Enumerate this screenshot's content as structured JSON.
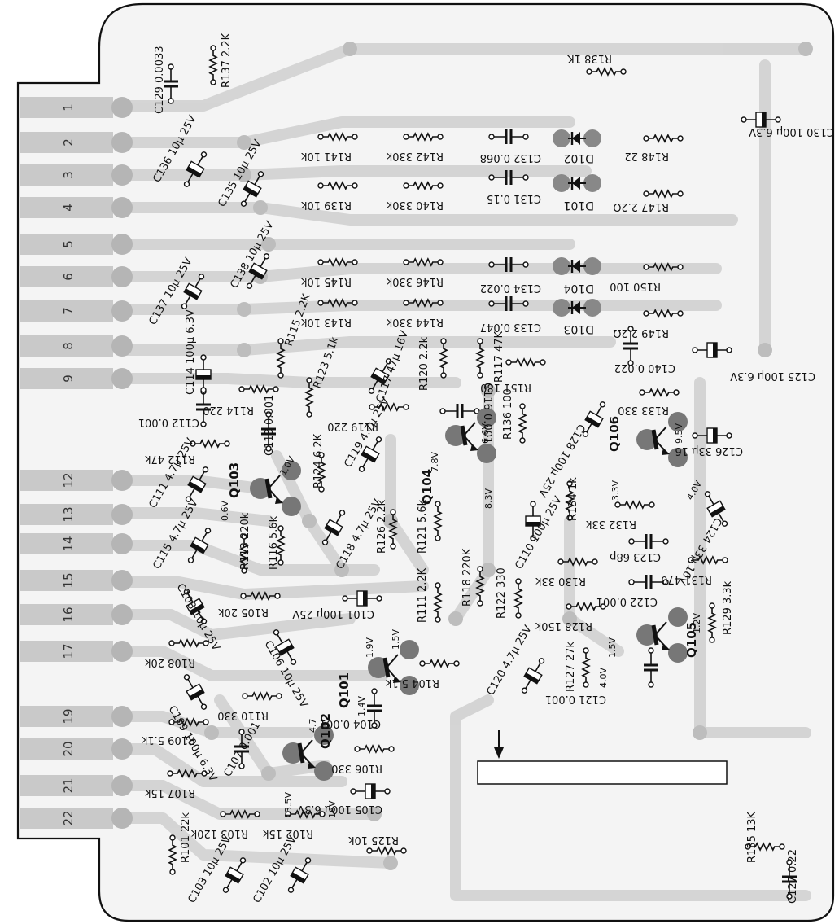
{
  "finger_numbers": [
    "1",
    "2",
    "3",
    "4",
    "5",
    "6",
    "7",
    "8",
    "9",
    "12",
    "13",
    "14",
    "15",
    "16",
    "17",
    "19",
    "20",
    "21",
    "22"
  ],
  "resistors": [
    {
      "ref": "R137",
      "value": "2.2K"
    },
    {
      "ref": "R138",
      "value": "1K"
    },
    {
      "ref": "R141",
      "value": "10k"
    },
    {
      "ref": "R142",
      "value": "330k"
    },
    {
      "ref": "R148",
      "value": "22"
    },
    {
      "ref": "R139",
      "value": "10k"
    },
    {
      "ref": "R140",
      "value": "330k"
    },
    {
      "ref": "R147",
      "value": "2.2Ω"
    },
    {
      "ref": "R145",
      "value": "10k"
    },
    {
      "ref": "R146",
      "value": "330k"
    },
    {
      "ref": "R150",
      "value": "100"
    },
    {
      "ref": "R143",
      "value": "10k"
    },
    {
      "ref": "R144",
      "value": "330k"
    },
    {
      "ref": "R149",
      "value": "2.2Ω"
    },
    {
      "ref": "R115",
      "value": "2.2K"
    },
    {
      "ref": "R123",
      "value": "5.1k"
    },
    {
      "ref": "R120",
      "value": "2.2k"
    },
    {
      "ref": "R117",
      "value": "47K"
    },
    {
      "ref": "R151",
      "value": "180"
    },
    {
      "ref": "R114",
      "value": "220"
    },
    {
      "ref": "R119",
      "value": "220"
    },
    {
      "ref": "R136",
      "value": "100"
    },
    {
      "ref": "R133",
      "value": "330"
    },
    {
      "ref": "R112",
      "value": "47k"
    },
    {
      "ref": "R124",
      "value": "6.2K"
    },
    {
      "ref": "R134",
      "value": "1k"
    },
    {
      "ref": "R132",
      "value": "33k"
    },
    {
      "ref": "R113",
      "value": "220k"
    },
    {
      "ref": "R116",
      "value": "5.6k"
    },
    {
      "ref": "R126",
      "value": "2.2k"
    },
    {
      "ref": "R121",
      "value": "5.6k"
    },
    {
      "ref": "R118",
      "value": "220K"
    },
    {
      "ref": "R130",
      "value": "33k"
    },
    {
      "ref": "R131",
      "value": "470"
    },
    {
      "ref": "R105",
      "value": "20k"
    },
    {
      "ref": "R111",
      "value": "2.2K"
    },
    {
      "ref": "R122",
      "value": "330"
    },
    {
      "ref": "R128",
      "value": "150k"
    },
    {
      "ref": "R129",
      "value": "3.3k"
    },
    {
      "ref": "R108",
      "value": "20k"
    },
    {
      "ref": "R104",
      "value": "5.1k"
    },
    {
      "ref": "R127",
      "value": "27k"
    },
    {
      "ref": "R110",
      "value": "330"
    },
    {
      "ref": "R109",
      "value": "5.1k"
    },
    {
      "ref": "R106",
      "value": "330"
    },
    {
      "ref": "R107",
      "value": "15k"
    },
    {
      "ref": "R103",
      "value": "120k"
    },
    {
      "ref": "R102",
      "value": "15k"
    },
    {
      "ref": "R101",
      "value": "22k"
    },
    {
      "ref": "R125",
      "value": "10k"
    },
    {
      "ref": "R135",
      "value": "13K"
    }
  ],
  "capacitors": [
    {
      "ref": "C129",
      "value": "0.0033"
    },
    {
      "ref": "C130",
      "value": "100µ 6.3V"
    },
    {
      "ref": "C132",
      "value": "0.068"
    },
    {
      "ref": "C136",
      "value": "10µ 25V"
    },
    {
      "ref": "C135",
      "value": "10µ 25V"
    },
    {
      "ref": "C131",
      "value": "0.15"
    },
    {
      "ref": "C138",
      "value": "10µ 25V"
    },
    {
      "ref": "C134",
      "value": "0.022"
    },
    {
      "ref": "C137",
      "value": "10µ 25V"
    },
    {
      "ref": "C133",
      "value": "0.047"
    },
    {
      "ref": "C114",
      "value": "100µ 6.3V"
    },
    {
      "ref": "C117",
      "value": "47µ 16V"
    },
    {
      "ref": "C116",
      "value": "0.001"
    },
    {
      "ref": "C140",
      "value": "0.022"
    },
    {
      "ref": "C125",
      "value": "100µ 6.3V"
    },
    {
      "ref": "C112",
      "value": "0.001"
    },
    {
      "ref": "C113",
      "value": "0.001"
    },
    {
      "ref": "C128",
      "value": "100µ 25V"
    },
    {
      "ref": "C119",
      "value": "4.7µ 25V"
    },
    {
      "ref": "C126",
      "value": "33µ 16"
    },
    {
      "ref": "C111",
      "value": "4.7µ 25V"
    },
    {
      "ref": "C124",
      "value": "33µ 16V"
    },
    {
      "ref": "C115",
      "value": "4.7µ 25V"
    },
    {
      "ref": "C118",
      "value": "4.7µ 25V"
    },
    {
      "ref": "C110",
      "value": "100µ 25V"
    },
    {
      "ref": "C123",
      "value": "68p"
    },
    {
      "ref": "C108",
      "value": "10µ 25V"
    },
    {
      "ref": "C101",
      "value": "100µ 25V"
    },
    {
      "ref": "C122",
      "value": "0.001"
    },
    {
      "ref": "C106",
      "value": "10µ 25V"
    },
    {
      "ref": "C120",
      "value": "4.7µ 25V"
    },
    {
      "ref": "C121",
      "value": "0.001"
    },
    {
      "ref": "C109",
      "value": "100µ 6.3V"
    },
    {
      "ref": "C104",
      "value": "0.001"
    },
    {
      "ref": "C107",
      "value": "0.001"
    },
    {
      "ref": "C105",
      "value": "100µ 6.3V"
    },
    {
      "ref": "C103",
      "value": "10µ 25V"
    },
    {
      "ref": "C102",
      "value": "10µ 25V"
    },
    {
      "ref": "C127",
      "value": "0.22"
    }
  ],
  "diodes": [
    "D102",
    "D101",
    "D104",
    "D103"
  ],
  "transistors": [
    {
      "ref": "Q103",
      "voltages": [
        "0.6V",
        "1.0V"
      ]
    },
    {
      "ref": "Q104",
      "voltages": [
        "7.8V",
        "6.6V",
        "8.3V"
      ]
    },
    {
      "ref": "Q106",
      "voltages": [
        "9.5V",
        "3.3V",
        "4.0V"
      ]
    },
    {
      "ref": "Q101",
      "voltages": [
        "1.9V",
        "1.5V",
        "1.4V"
      ]
    },
    {
      "ref": "Q105",
      "voltages": [
        "1.2V",
        "1.5V",
        "4.0V"
      ]
    },
    {
      "ref": "Q102",
      "voltages": [
        "4.7",
        "13.5V",
        "16V"
      ]
    }
  ]
}
